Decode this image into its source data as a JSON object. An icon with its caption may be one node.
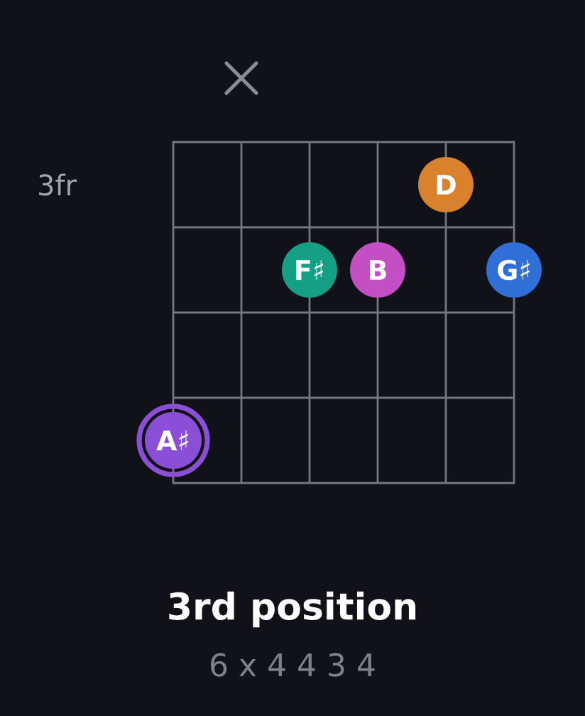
{
  "diagram": {
    "title": "3rd position",
    "caption": "6 x 4 4 3 4",
    "nodes": [
      {
        "text": [
          "D"
        ]
      },
      {
        "text": [
          "F♯"
        ]
      },
      {
        "text": [
          "B"
        ]
      },
      {
        "text": [
          "G♯"
        ]
      },
      {
        "text": [
          "A♯"
        ]
      }
    ],
    "labels": [
      "3fr"
    ]
  }
}
